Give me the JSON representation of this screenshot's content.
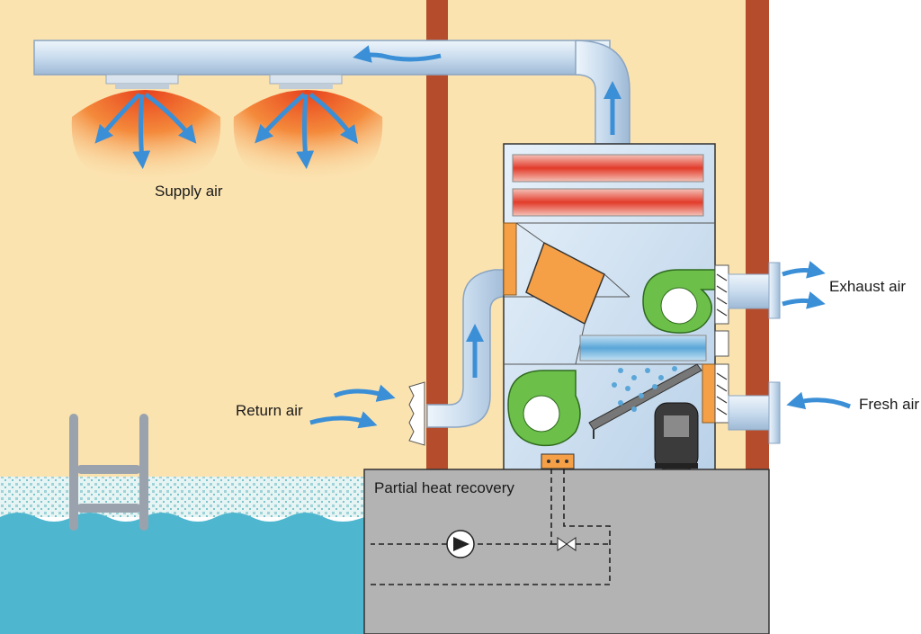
{
  "labels": {
    "supply_air": "Supply air",
    "return_air": "Return air",
    "exhaust_air": "Exhaust air",
    "fresh_air": "Fresh air",
    "partial_heat_recovery": "Partial heat recovery"
  },
  "colors": {
    "wall": "#fbe3b0",
    "pillar": "#b54d2d",
    "duct": "#c9dcee",
    "duct_stroke": "#8aa5c2",
    "water": "#4fb6cf",
    "tile": "#d9eef0",
    "basement": "#b3b3b3",
    "unit_body": "#cfe2f2",
    "fan": "#6cc04a",
    "heat_exchanger": "#f5a046",
    "heater_coil": "#e23b2a",
    "arrow": "#3b8fd6"
  }
}
